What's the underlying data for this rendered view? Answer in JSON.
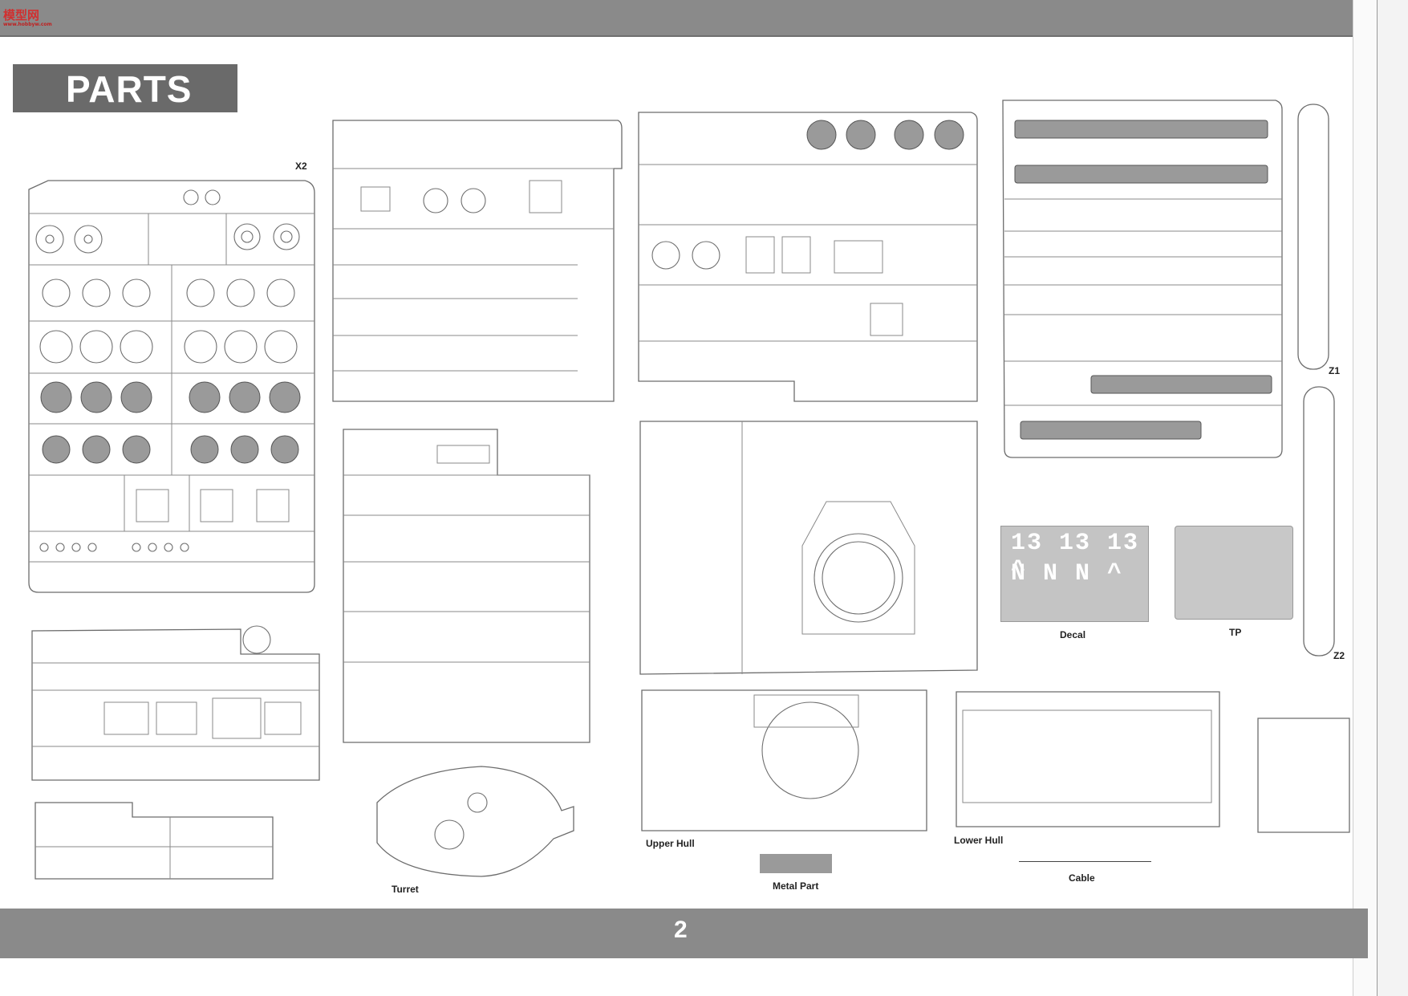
{
  "header": {
    "logo_text": "模型网",
    "logo_sub": "www.hobbyw.com"
  },
  "title": "PARTS",
  "page_number": "2",
  "labels": {
    "x2": "X2",
    "z1": "Z1",
    "z2": "Z2",
    "decal": "Decal",
    "tp": "TP",
    "upper_hull": "Upper Hull",
    "lower_hull": "Lower Hull",
    "turret": "Turret",
    "metal_part": "Metal Part",
    "cable": "Cable"
  },
  "decal_sheet": {
    "row1": "13 13 13 ^",
    "row2": "N N N ^"
  }
}
